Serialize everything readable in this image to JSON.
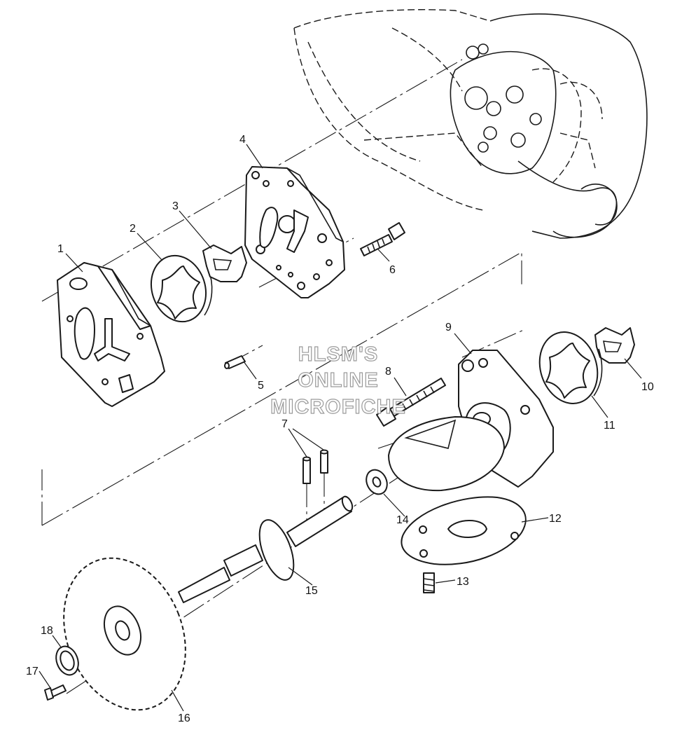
{
  "watermark": {
    "line1": "HLSM'S",
    "line2": "ONLINE",
    "line3": "MICROFICHE",
    "color": "#9a9a9a"
  },
  "callouts": {
    "c1": "1",
    "c2": "2",
    "c3": "3",
    "c4": "4",
    "c5": "5",
    "c6": "6",
    "c7": "7",
    "c8": "8",
    "c9": "9",
    "c10": "10",
    "c11": "11",
    "c12": "12",
    "c13": "13",
    "c14": "14",
    "c15": "15",
    "c16": "16",
    "c17": "17",
    "c18": "18"
  },
  "line_color": "#1a1a1a"
}
